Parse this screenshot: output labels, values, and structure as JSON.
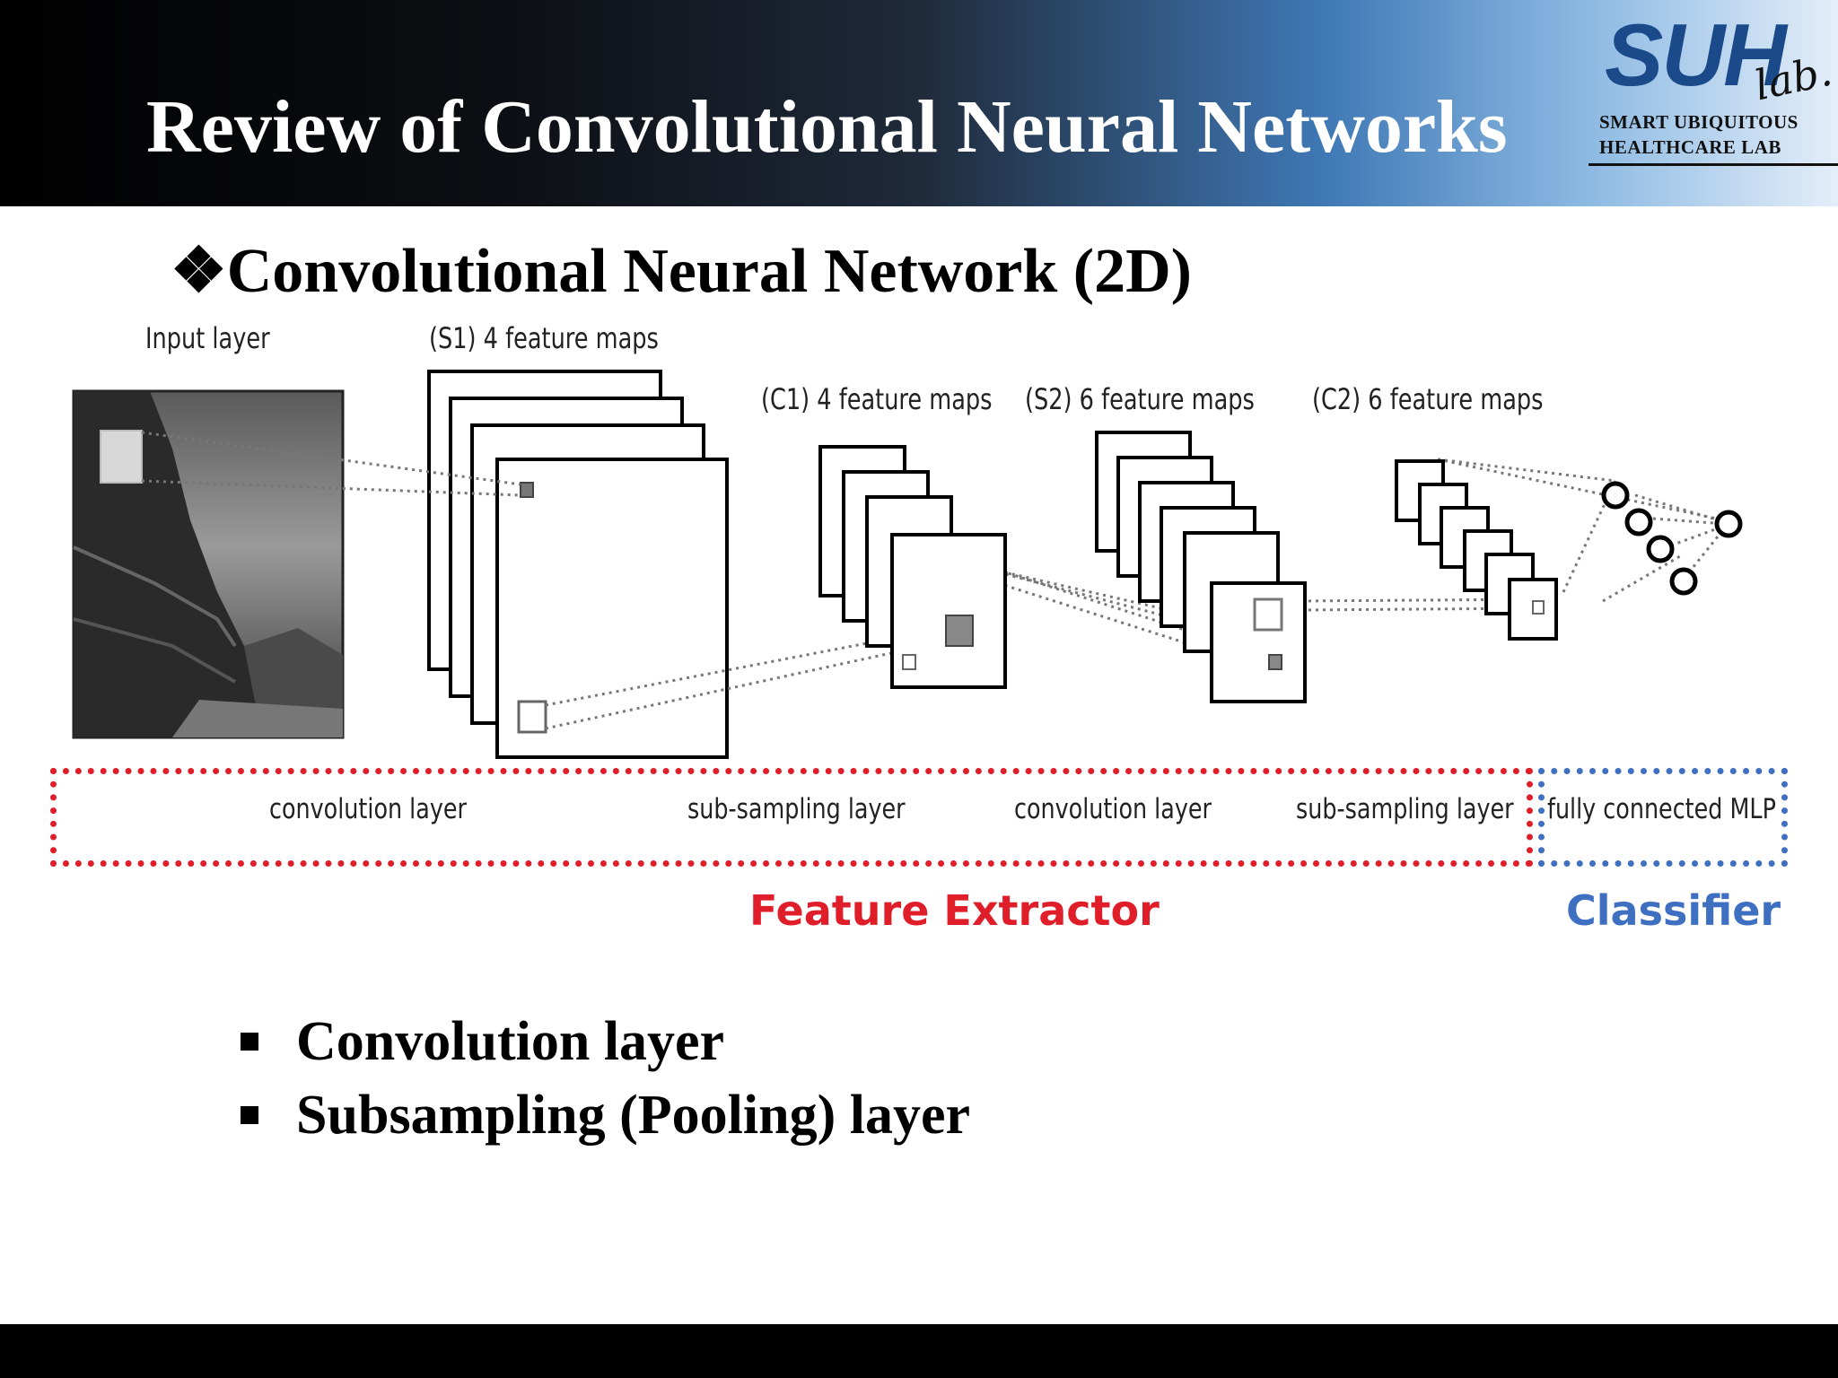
{
  "header": {
    "title": "Review of Convolutional Neural Networks",
    "logo": {
      "mark": "SUH",
      "script": "lab.",
      "line1": "SMART UBIQUITOUS",
      "line2": "HEALTHCARE LAB"
    }
  },
  "slide": {
    "subtitle_icon": "diamond-bullet-icon",
    "subtitle": "❖Convolutional Neural Network (2D)"
  },
  "diagram": {
    "layer_captions": {
      "input": "Input layer",
      "s1": "(S1) 4 feature maps",
      "c1": "(C1) 4 feature maps",
      "s2": "(S2) 6 feature maps",
      "c2": "(C2) 6 feature maps"
    },
    "segments": [
      "convolution layer",
      "sub-sampling layer",
      "convolution layer",
      "sub-sampling layer",
      "fully connected MLP"
    ],
    "groups": {
      "feature_extractor": "Feature Extractor",
      "classifier": "Classifier"
    },
    "colors": {
      "feature_extractor": "#e01e2a",
      "classifier": "#3f6fc0"
    }
  },
  "bullets": [
    "Convolution layer",
    "Subsampling (Pooling) layer"
  ]
}
